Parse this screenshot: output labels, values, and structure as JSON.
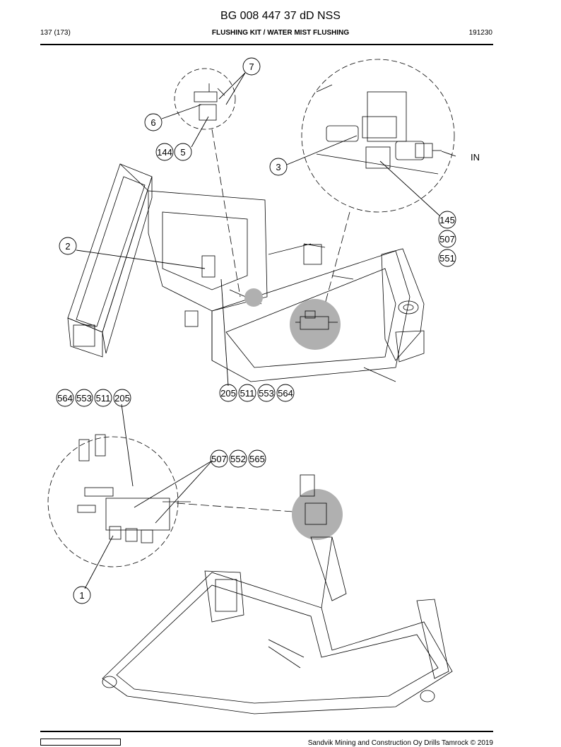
{
  "header": {
    "doc_title": "BG 008 447 37 dD NSS",
    "page_number": "137 (173)",
    "section_title": "FLUSHING KIT / WATER MIST FLUSHING",
    "date_code": "191230"
  },
  "callouts": {
    "c7": "7",
    "c6": "6",
    "c144": "144",
    "c5": "5",
    "c3": "3",
    "c145": "145",
    "c507a": "507",
    "c551": "551",
    "c2": "2",
    "c205a": "205",
    "c511a": "511",
    "c553a": "553",
    "c564a": "564",
    "c564b": "564",
    "c553b": "553",
    "c511b": "511",
    "c205b": "205",
    "c507b": "507",
    "c552": "552",
    "c565": "565",
    "c1": "1"
  },
  "labels": {
    "inlet": "IN"
  },
  "footer": {
    "copyright": "Sandvik Mining and Construction Oy Drills Tamrock © 2019"
  }
}
